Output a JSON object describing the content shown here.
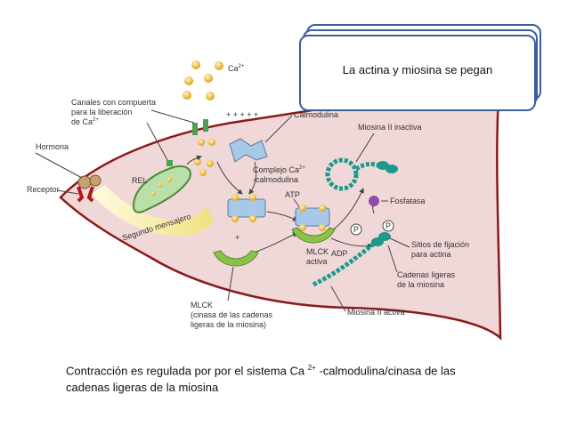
{
  "callout": {
    "text": "La actina y miosina se pegan"
  },
  "labels": {
    "ca": "Ca",
    "ca_sup": "2+",
    "canales_1": "Canales con compuerta",
    "canales_2": "para la liberación",
    "canales_3": "de Ca",
    "canales_3_sup": "2+",
    "hormona": "Hormona",
    "receptor": "Receptor",
    "rel": "REL",
    "segundo_mensajero": "Segundo mensajero",
    "calmodulina": "Calmodulina",
    "complejo_1": "Complejo Ca",
    "complejo_1_sup": "2+",
    "complejo_2": "-calmodulina",
    "atp": "ATP",
    "adp": "ADP",
    "mlck_activa_1": "MLCK",
    "mlck_activa_2": "activa",
    "miosina_inactiva": "Miosina II inactiva",
    "fosfatasa": "Fosfatasa",
    "p1": "P",
    "p2": "P",
    "sitios_1": "Sitios de fijación",
    "sitios_2": "para actina",
    "cadenas_1": "Cadenas  ligeras",
    "cadenas_2": "de la miosina",
    "miosina_activa": "Miosina II activa",
    "mlck_1": "MLCK",
    "mlck_2": "(cinasa  de las  cadenas",
    "mlck_3": "ligeras  de la miosina)",
    "plus_signs": "+ + + + +",
    "plus_single": "+"
  },
  "caption": {
    "part1": "Contracción es regulada por por el sistema Ca ",
    "sup": "2+",
    "part2": " -calmodulina/cinasa de las cadenas ligeras de la miosina"
  },
  "colors": {
    "cell_fill": "#f0d8d8",
    "cell_border": "#8b1a1a",
    "callout_border": "#3b5f9a",
    "calcium": "#e8b430",
    "calmodulin": "#a8c8e8",
    "mlck": "#8bc34a",
    "myosin": "#1a9a8a",
    "phosphatase": "#8e4ea8"
  }
}
